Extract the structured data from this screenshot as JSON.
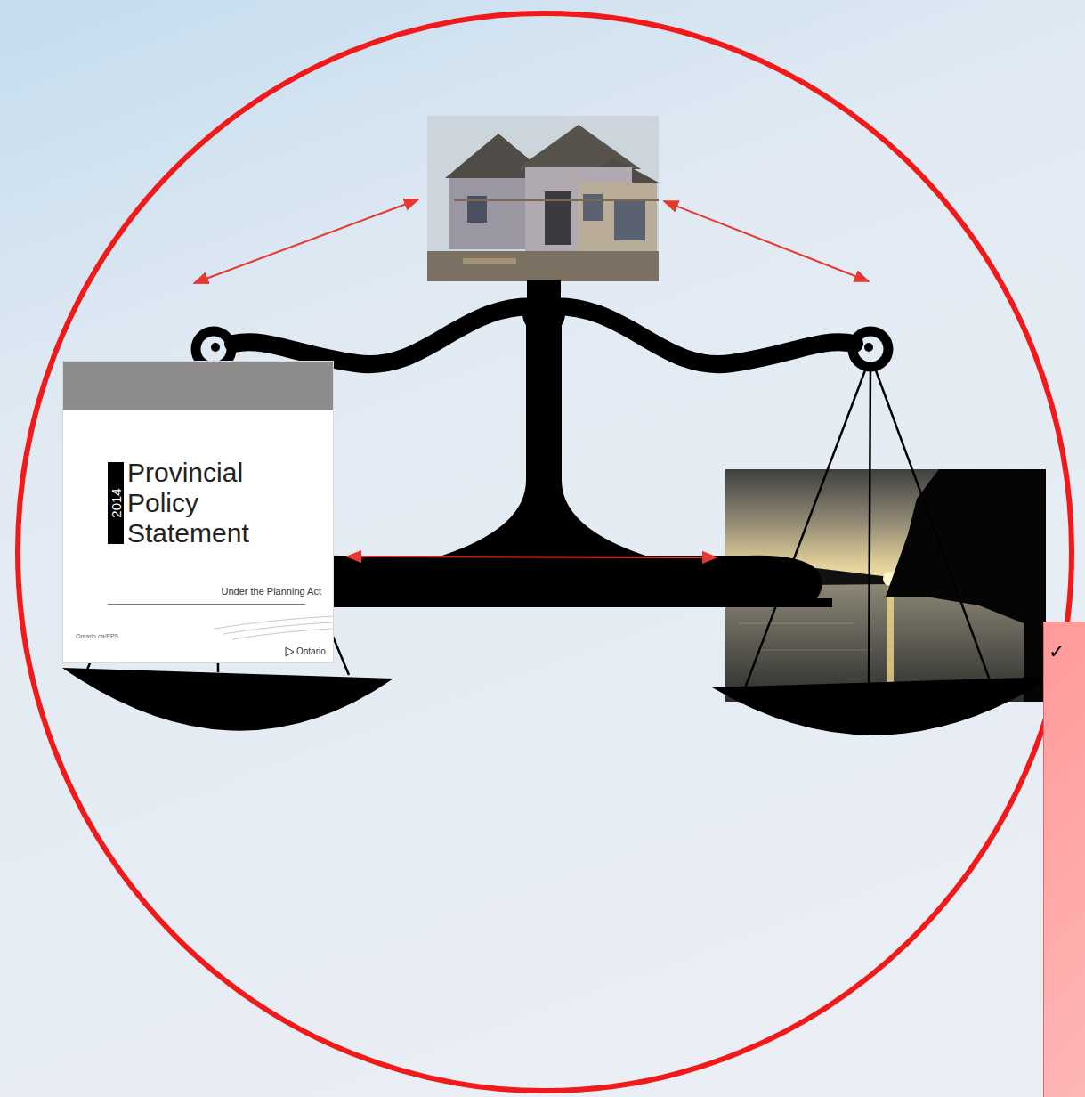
{
  "diagram": {
    "nodes": [
      {
        "text": [
          "2014",
          "Provincial Policy Statement",
          "Under the Planning Act",
          "Ontario.ca/PPS",
          "Ontario"
        ]
      },
      {
        "text": [
          "✓"
        ]
      }
    ]
  }
}
